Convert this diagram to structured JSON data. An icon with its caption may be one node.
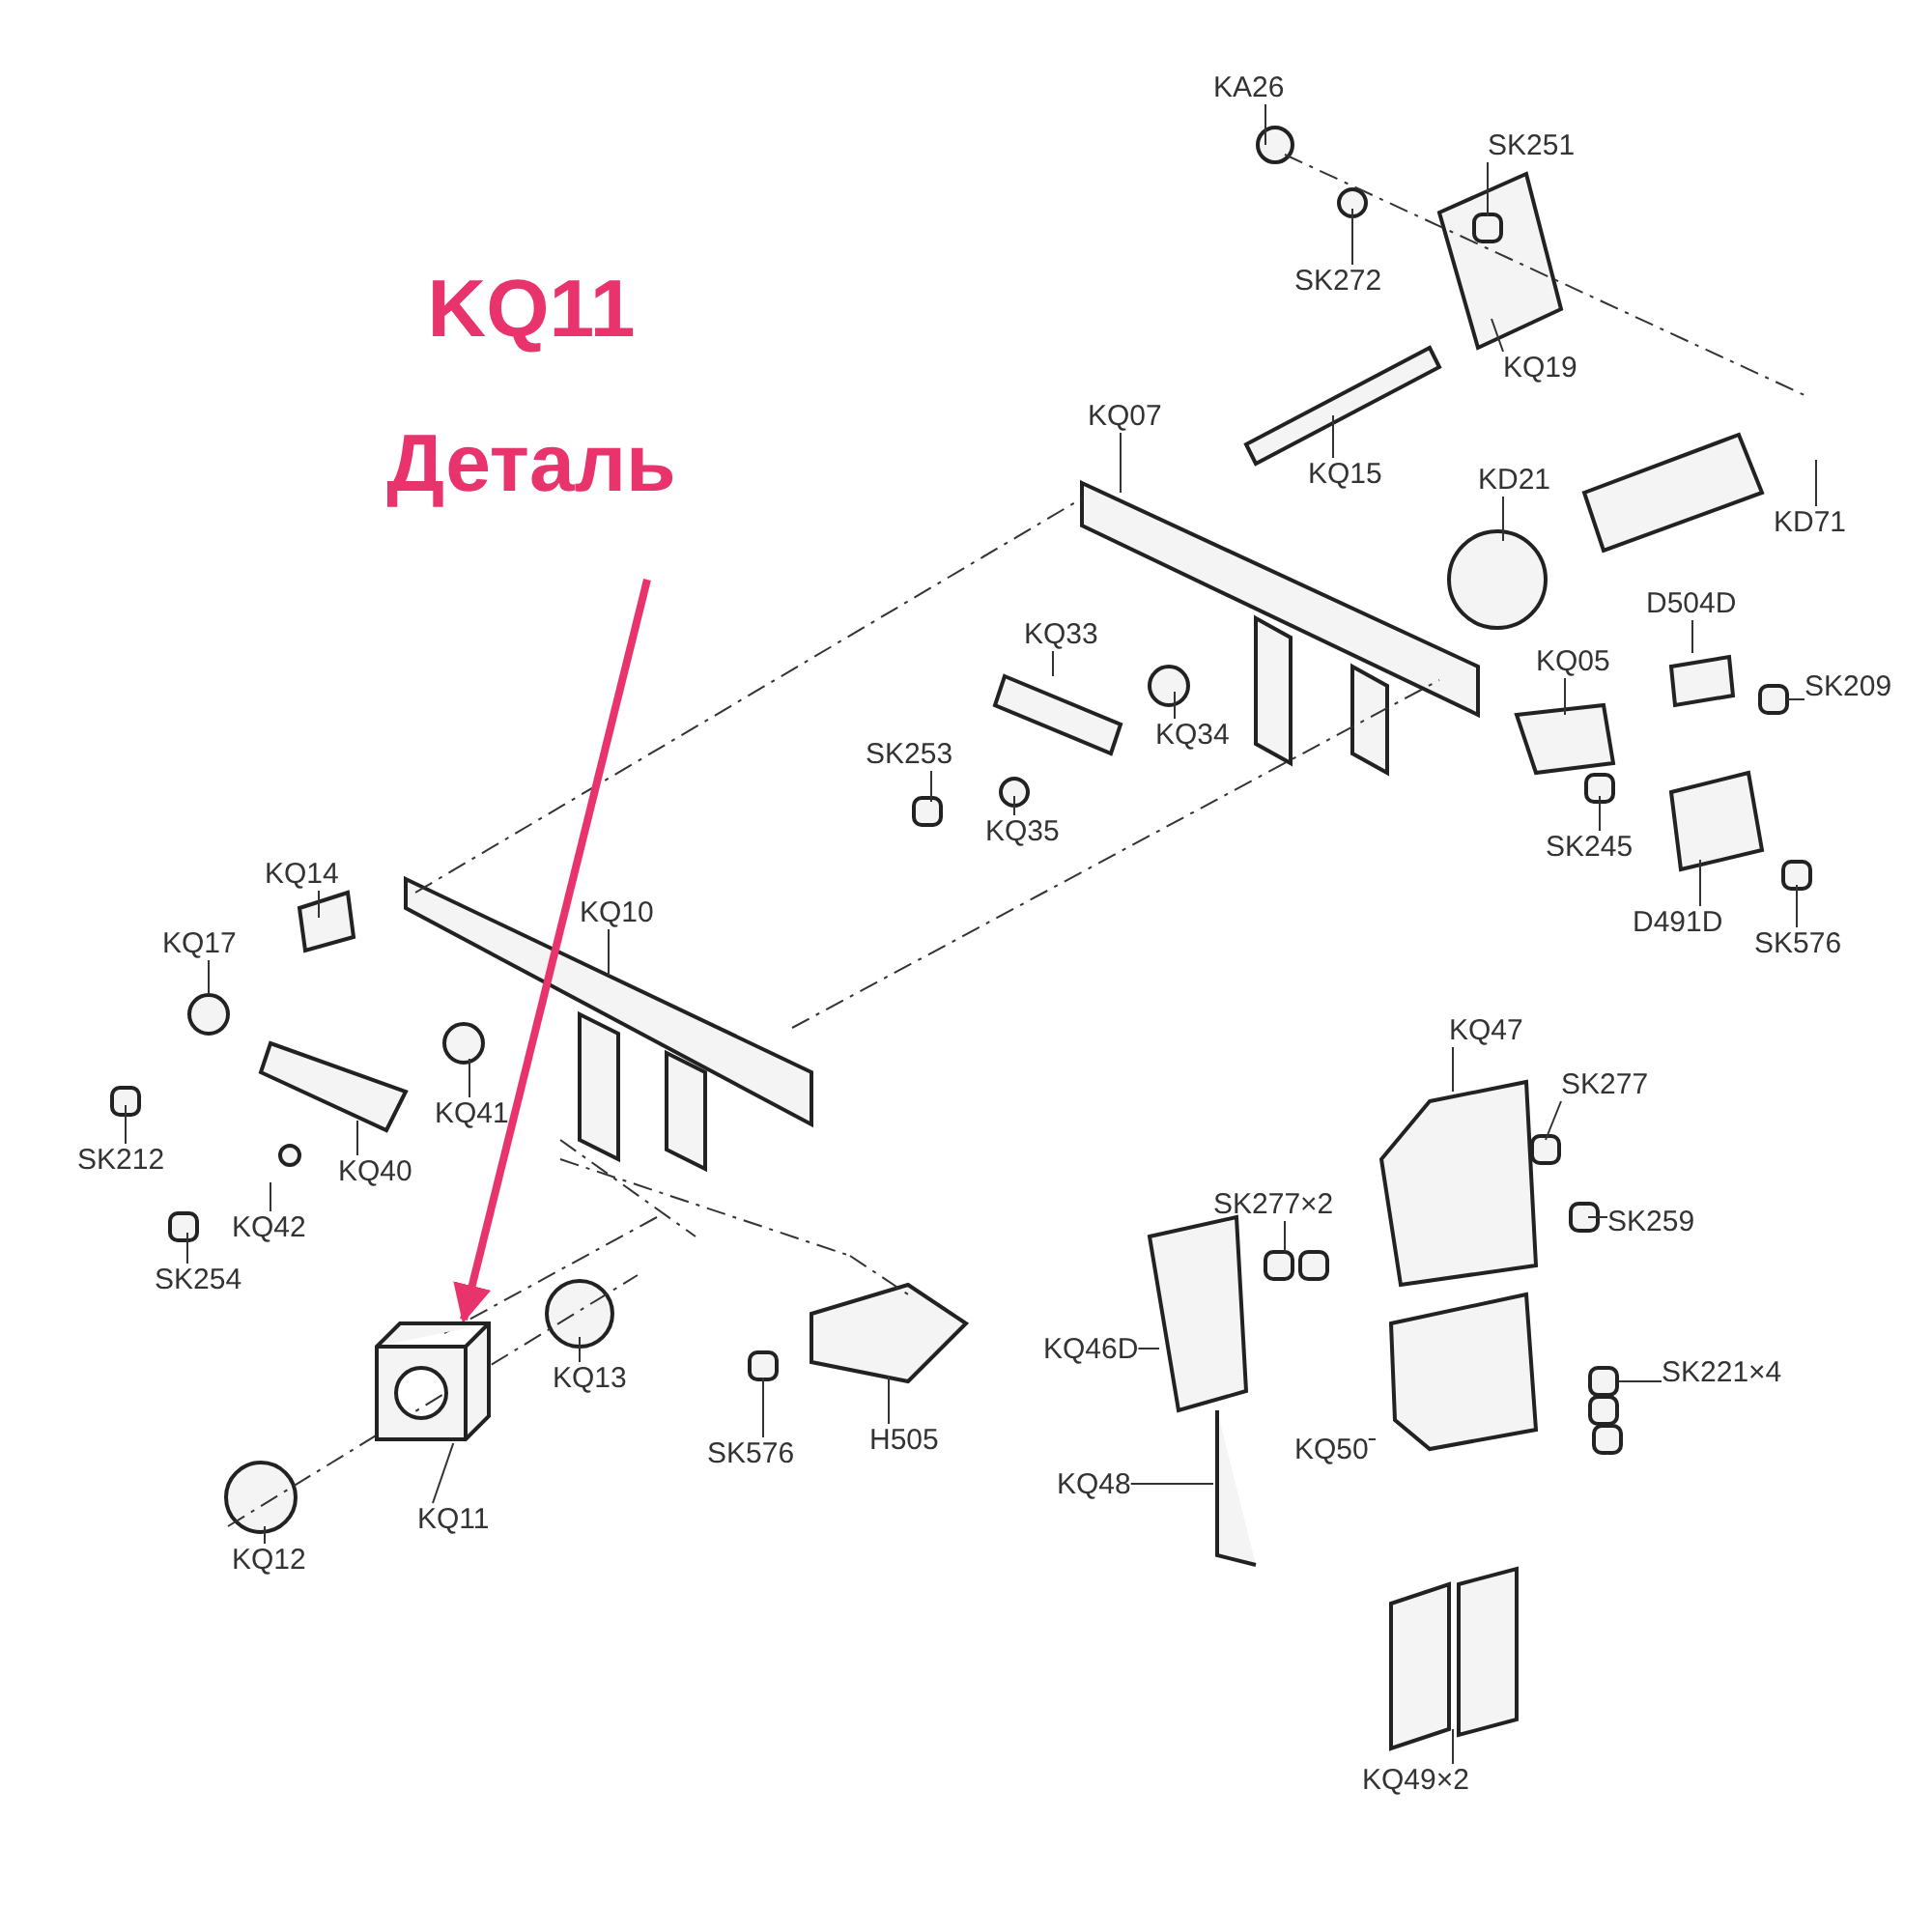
{
  "diagram": {
    "nodes": [
      {
        "text": [
          "KQ11 Деталь"
        ]
      },
      {
        "text": [],
        "shape": "box"
      },
      {
        "text": [
          "KA26"
        ]
      },
      {
        "text": [
          "SK251"
        ]
      },
      {
        "text": [
          "SK272"
        ]
      },
      {
        "text": [
          "KQ19"
        ]
      },
      {
        "text": [
          "KQ07"
        ]
      },
      {
        "text": [
          "KQ15"
        ]
      },
      {
        "text": [
          "KD21"
        ]
      },
      {
        "text": [
          "KD71"
        ]
      },
      {
        "text": [
          "D504D"
        ]
      },
      {
        "text": [
          "KQ33"
        ]
      },
      {
        "text": [
          "SK209"
        ]
      },
      {
        "text": [
          "KQ05"
        ]
      },
      {
        "text": [
          "KQ34"
        ]
      },
      {
        "text": [
          "SK253"
        ]
      },
      {
        "text": [
          "KQ35"
        ]
      },
      {
        "text": [
          "SK245"
        ]
      },
      {
        "text": [
          "D491D"
        ]
      },
      {
        "text": [
          "SK576"
        ]
      },
      {
        "text": [
          "KQ14"
        ]
      },
      {
        "text": [
          "KQ10"
        ]
      },
      {
        "text": [
          "KQ17"
        ]
      },
      {
        "text": [
          "KQ47"
        ]
      },
      {
        "text": [
          "SK277"
        ]
      },
      {
        "text": [
          "KQ41"
        ]
      },
      {
        "text": [
          "SK212"
        ]
      },
      {
        "text": [
          "KQ40"
        ]
      },
      {
        "text": [
          "SK259"
        ]
      },
      {
        "text": [
          "SK277×2"
        ]
      },
      {
        "text": [
          "KQ42"
        ]
      },
      {
        "text": [
          "SK254"
        ]
      },
      {
        "text": [
          "KQ46D"
        ]
      },
      {
        "text": [
          "KQ13"
        ]
      },
      {
        "text": [
          "SK221×4"
        ]
      },
      {
        "text": [
          "SK576"
        ]
      },
      {
        "text": [
          "H505"
        ]
      },
      {
        "text": [
          "KQ50"
        ]
      },
      {
        "text": [
          "KQ48"
        ]
      },
      {
        "text": [
          "KQ12"
        ]
      },
      {
        "text": [
          "KQ11"
        ]
      },
      {
        "text": [
          "KQ49×2"
        ]
      }
    ],
    "edges": [
      {
        "from": 0,
        "to": 1,
        "arrow": "to",
        "style": "thick",
        "color": "#e8336d"
      },
      {
        "from": 2,
        "to": null,
        "arrow": "none"
      },
      {
        "from": 3,
        "to": null,
        "arrow": "none"
      },
      {
        "from": 4,
        "to": null,
        "arrow": "none"
      },
      {
        "from": 5,
        "to": null,
        "arrow": "none"
      },
      {
        "from": 6,
        "to": null,
        "arrow": "none"
      },
      {
        "from": 7,
        "to": null,
        "arrow": "none"
      },
      {
        "from": 8,
        "to": null,
        "arrow": "none"
      },
      {
        "from": 9,
        "to": null,
        "arrow": "none"
      },
      {
        "from": 10,
        "to": null,
        "arrow": "none"
      },
      {
        "from": 11,
        "to": null,
        "arrow": "none"
      },
      {
        "from": 12,
        "to": null,
        "arrow": "none"
      },
      {
        "from": 13,
        "to": null,
        "arrow": "none"
      },
      {
        "from": 14,
        "to": null,
        "arrow": "none"
      },
      {
        "from": 15,
        "to": null,
        "arrow": "none"
      },
      {
        "from": 16,
        "to": null,
        "arrow": "none"
      },
      {
        "from": 17,
        "to": null,
        "arrow": "none"
      },
      {
        "from": 18,
        "to": null,
        "arrow": "none"
      },
      {
        "from": 19,
        "to": null,
        "arrow": "none"
      },
      {
        "from": 20,
        "to": null,
        "arrow": "none"
      },
      {
        "from": 21,
        "to": null,
        "arrow": "none"
      },
      {
        "from": 22,
        "to": null,
        "arrow": "none"
      },
      {
        "from": 23,
        "to": null,
        "arrow": "none"
      },
      {
        "from": 24,
        "to": null,
        "arrow": "none"
      },
      {
        "from": 25,
        "to": null,
        "arrow": "none"
      },
      {
        "from": 26,
        "to": null,
        "arrow": "none"
      },
      {
        "from": 27,
        "to": null,
        "arrow": "none"
      },
      {
        "from": 28,
        "to": null,
        "arrow": "none"
      },
      {
        "from": 29,
        "to": null,
        "arrow": "none"
      },
      {
        "from": 30,
        "to": null,
        "arrow": "none"
      },
      {
        "from": 31,
        "to": null,
        "arrow": "none"
      },
      {
        "from": 32,
        "to": null,
        "arrow": "none"
      },
      {
        "from": 33,
        "to": null,
        "arrow": "none"
      },
      {
        "from": 34,
        "to": null,
        "arrow": "none"
      },
      {
        "from": 35,
        "to": null,
        "arrow": "none"
      },
      {
        "from": 36,
        "to": null,
        "arrow": "none"
      },
      {
        "from": 37,
        "to": null,
        "arrow": "none"
      },
      {
        "from": 38,
        "to": null,
        "arrow": "none"
      },
      {
        "from": 39,
        "to": null,
        "arrow": "none"
      },
      {
        "from": 40,
        "to": 1,
        "arrow": "none"
      },
      {
        "from": 41,
        "to": null,
        "arrow": "none"
      }
    ]
  }
}
